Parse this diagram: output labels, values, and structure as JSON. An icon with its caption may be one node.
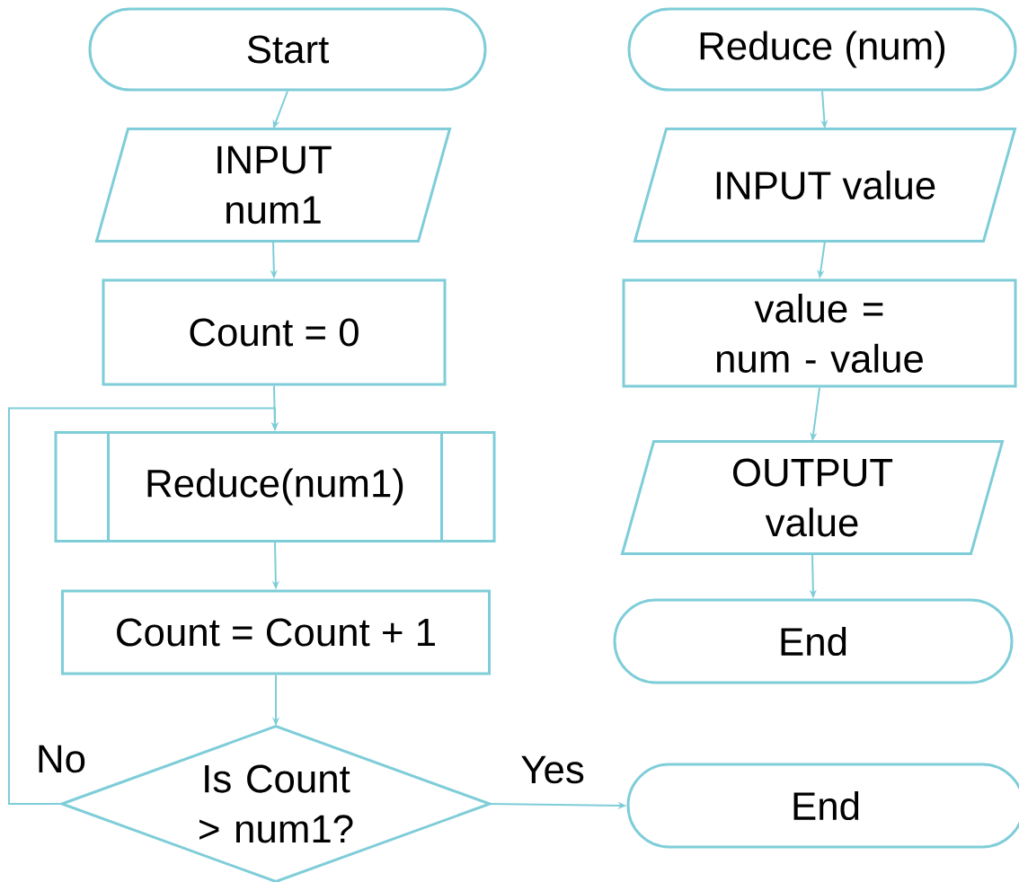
{
  "diagram": {
    "nodes": [
      {
        "text": [
          "Start"
        ]
      },
      {
        "text": [
          "INPUT num1"
        ]
      },
      {
        "text": [
          "Count = 0"
        ]
      },
      {
        "text": [
          "Reduce(num1)"
        ]
      },
      {
        "text": [
          "Count = Count + 1"
        ]
      },
      {
        "text": [
          "Is Count > num1?"
        ]
      },
      {
        "text": [
          "End"
        ]
      },
      {
        "text": [
          "Reduce (num)"
        ]
      },
      {
        "text": [
          "INPUT value"
        ]
      },
      {
        "text": [
          "value = num - value"
        ]
      },
      {
        "text": [
          "OUTPUT value"
        ]
      },
      {
        "text": [
          "End"
        ]
      }
    ],
    "edges": [
      {
        "from": 0,
        "to": 1,
        "arrow": "to"
      },
      {
        "from": 1,
        "to": 2,
        "arrow": "to"
      },
      {
        "from": 2,
        "to": 3,
        "arrow": "to"
      },
      {
        "from": 3,
        "to": 4,
        "arrow": "to"
      },
      {
        "from": 4,
        "to": 5,
        "arrow": "to"
      },
      {
        "from": 5,
        "to": 6,
        "arrow": "to",
        "label": "Yes"
      },
      {
        "from": 5,
        "to": 3,
        "arrow": "to",
        "label": "No"
      },
      {
        "from": 7,
        "to": 8,
        "arrow": "to"
      },
      {
        "from": 8,
        "to": 9,
        "arrow": "to"
      },
      {
        "from": 9,
        "to": 10,
        "arrow": "to"
      },
      {
        "from": 10,
        "to": 11,
        "arrow": "to"
      }
    ]
  }
}
